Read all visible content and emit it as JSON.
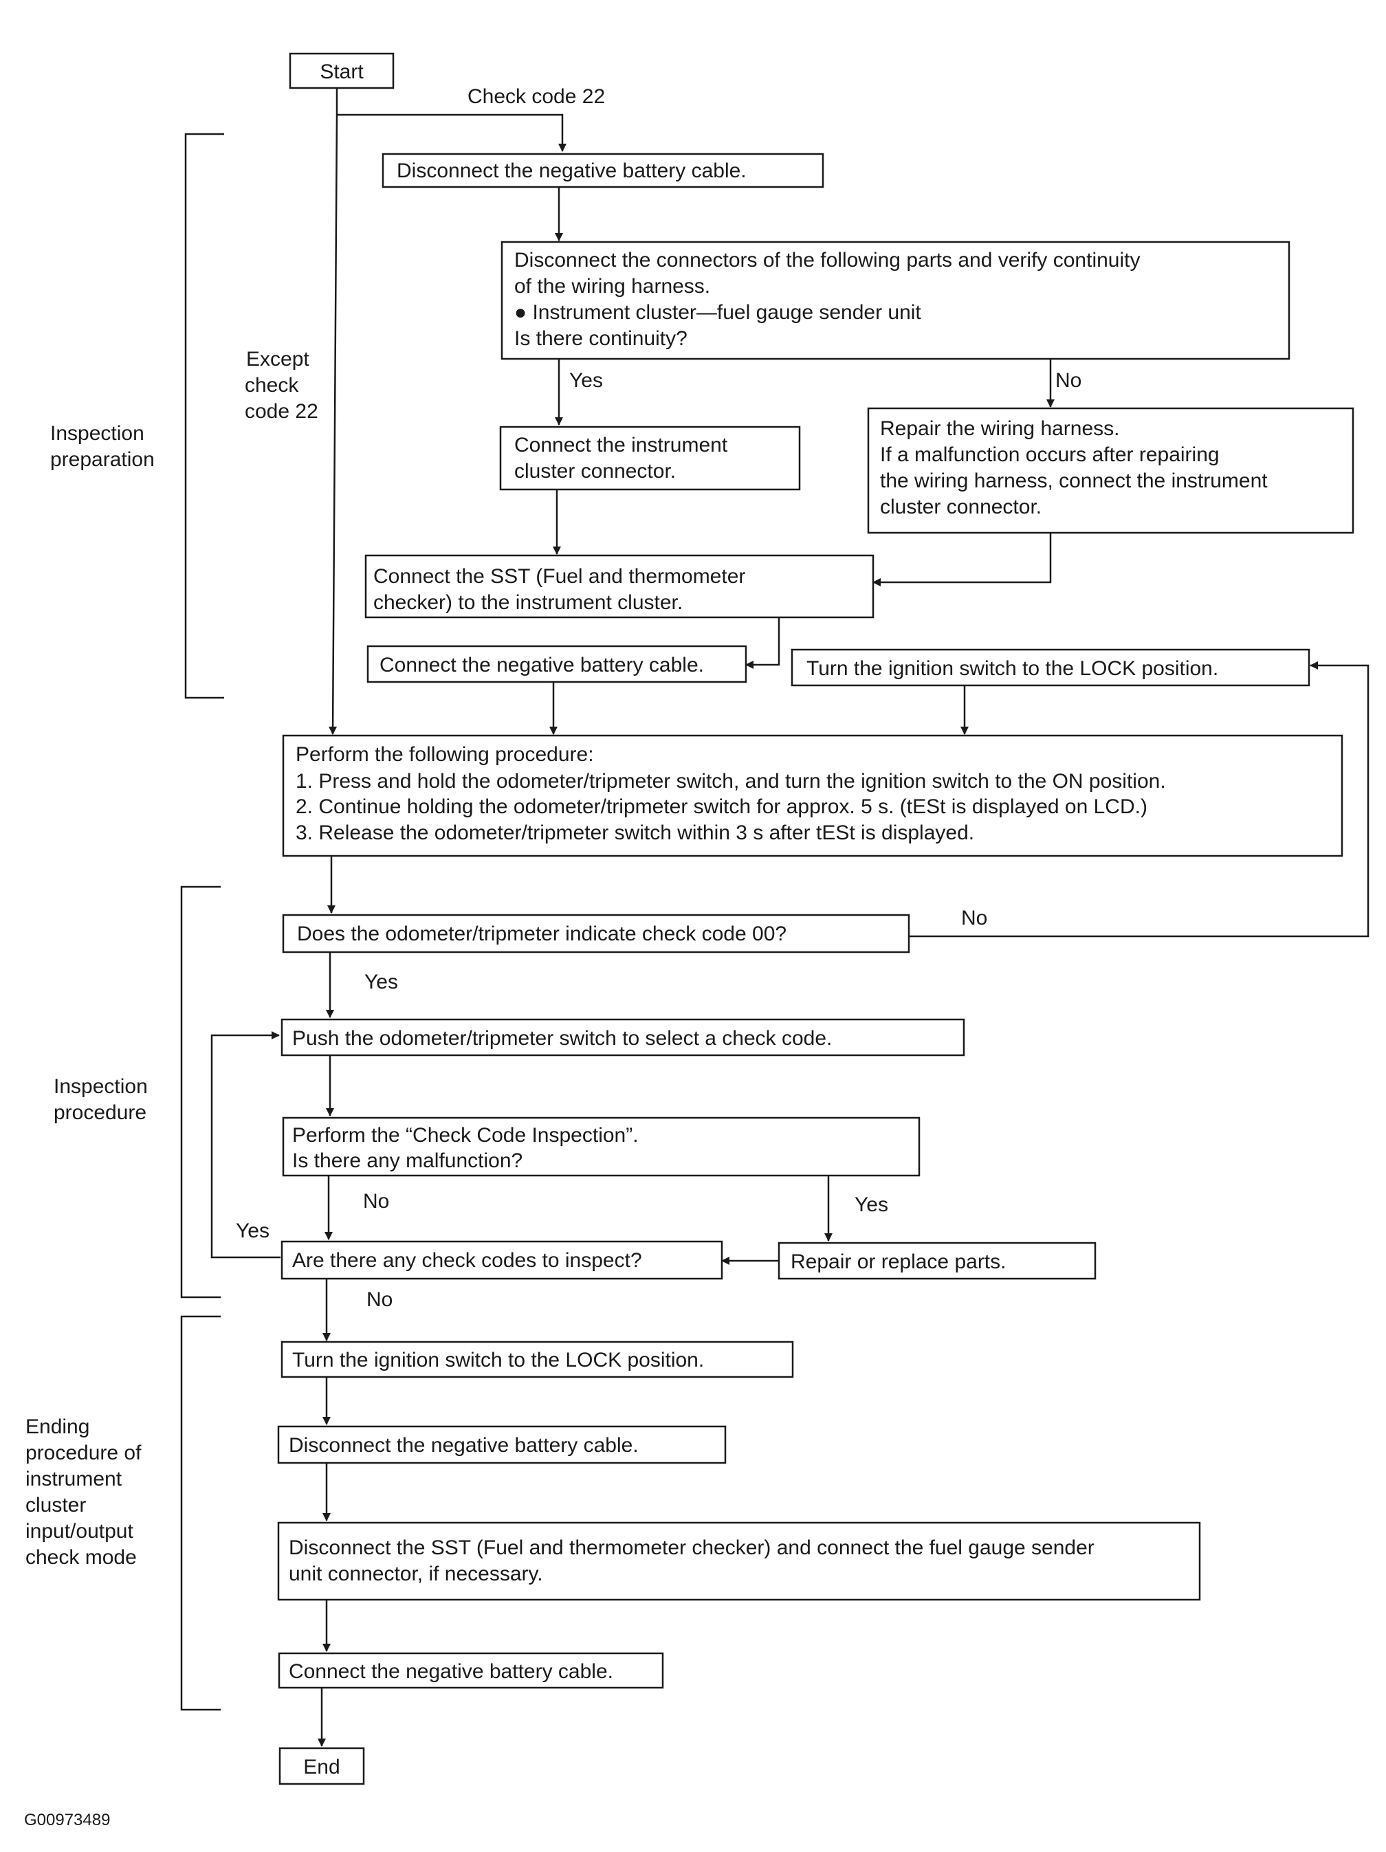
{
  "start_label": "Start",
  "end_label": "End",
  "check_code_22_label": "Check code 22",
  "except_check_code_22": [
    "Except",
    "check",
    "code 22"
  ],
  "phases": {
    "preparation": [
      "Inspection",
      "preparation"
    ],
    "procedure": [
      "Inspection",
      "procedure"
    ],
    "ending": [
      "Ending",
      "procedure of",
      "instrument",
      "cluster",
      "input/output",
      "check mode"
    ]
  },
  "steps": {
    "disconnect_battery_1": [
      "Disconnect the negative battery cable."
    ],
    "verify_continuity": [
      "Disconnect the connectors of the following parts and verify continuity",
      "of the wiring harness.",
      "● Instrument cluster—fuel gauge sender unit",
      "Is there continuity?"
    ],
    "connect_cluster_connector": [
      "Connect the instrument",
      "cluster connector."
    ],
    "repair_harness": [
      "Repair the wiring harness.",
      "If a malfunction occurs after repairing",
      "the wiring harness, connect the instrument",
      "cluster connector."
    ],
    "connect_sst": [
      "Connect the SST (Fuel and thermometer",
      "checker) to the instrument cluster."
    ],
    "connect_battery_1": [
      "Connect the negative battery cable."
    ],
    "ignition_lock_1": [
      "Turn the ignition switch to the LOCK position."
    ],
    "perform_procedure": [
      "Perform the following procedure:",
      "1. Press and hold the odometer/tripmeter switch, and turn the ignition switch to the ON position.",
      "2. Continue holding the odometer/tripmeter switch for approx. 5 s. (tESt is displayed on LCD.)",
      "3. Release the odometer/tripmeter switch within 3 s after tESt is displayed."
    ],
    "check_code_00": [
      "Does the odometer/tripmeter indicate check code 00?"
    ],
    "push_switch": [
      "Push the odometer/tripmeter switch to select a check code."
    ],
    "check_code_inspection": [
      "Perform the “Check Code Inspection”.",
      "Is there any malfunction?"
    ],
    "any_codes_left": [
      "Are there any check codes to inspect?"
    ],
    "repair_parts": [
      "Repair or replace parts."
    ],
    "ignition_lock_2": [
      "Turn the ignition switch to the LOCK position."
    ],
    "disconnect_battery_2": [
      "Disconnect the negative battery cable."
    ],
    "disconnect_sst": [
      "Disconnect the SST (Fuel and thermometer checker) and connect the fuel gauge sender",
      "unit connector, if necessary."
    ],
    "connect_battery_2": [
      "Connect the negative battery cable."
    ]
  },
  "branch_labels": {
    "continuity_yes": "Yes",
    "continuity_no": "No",
    "code00_no": "No",
    "code00_yes": "Yes",
    "malfunction_no": "No",
    "malfunction_yes": "Yes",
    "codes_left_yes": "Yes",
    "codes_left_no": "No"
  },
  "figure_id": "G00973489"
}
